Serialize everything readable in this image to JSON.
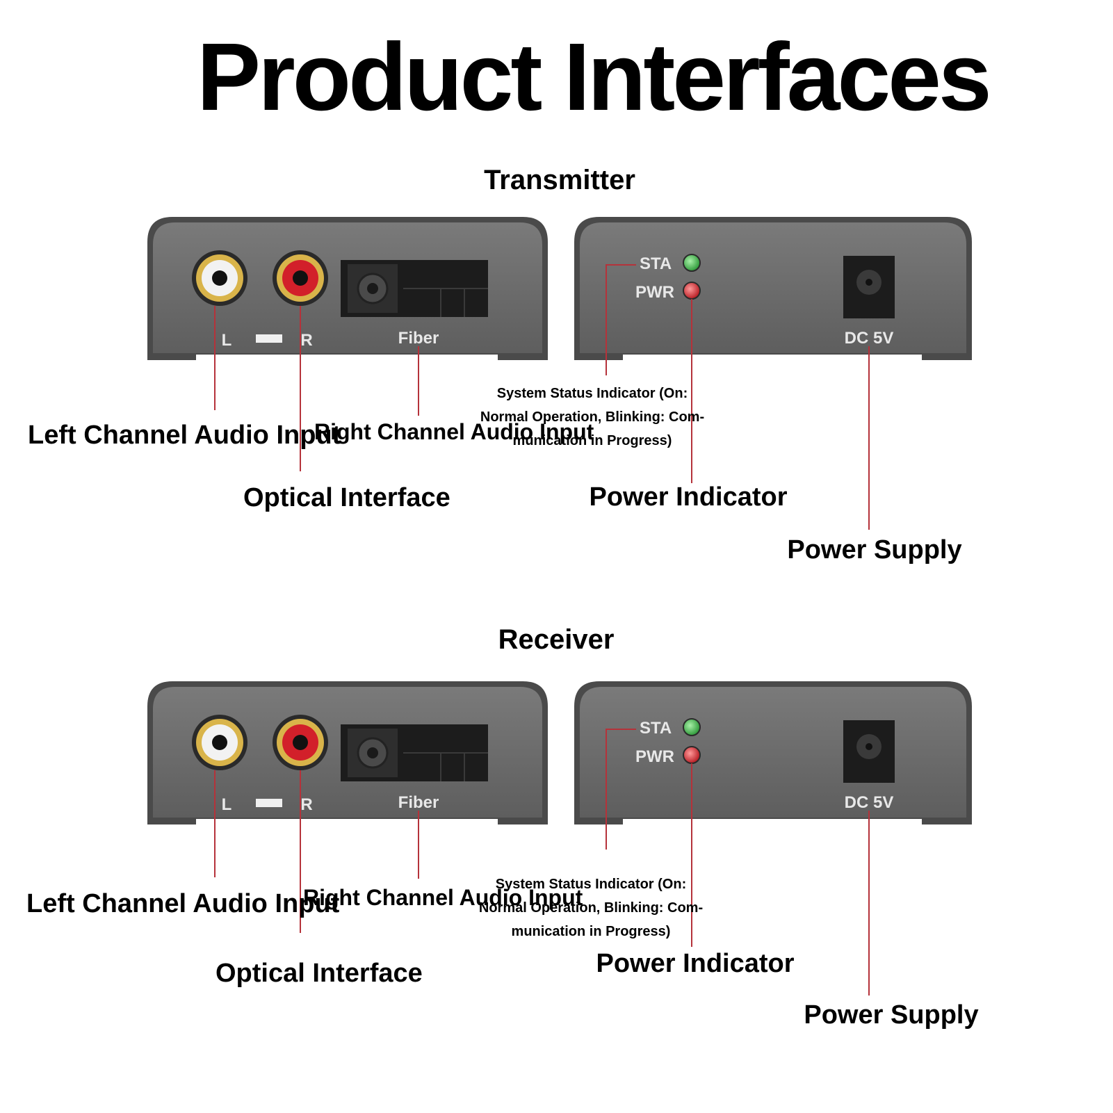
{
  "page_title": "Product Interfaces",
  "colors": {
    "panel": "#6e6e6e",
    "panel_edge": "#4a4a4a",
    "leader_line": "#b5323a",
    "led_green": "#3db34a",
    "led_red": "#d4262e",
    "rca_white": "#f2f2f2",
    "rca_red": "#d2202a",
    "rca_gold": "#d9b44a"
  },
  "sections": [
    {
      "name": "Transmitter",
      "panel_labels": {
        "left": "L",
        "right": "R",
        "fiber": "Fiber",
        "sta": "STA",
        "pwr": "PWR",
        "dc": "DC 5V"
      },
      "callouts": {
        "left_audio": "Left Channel Audio Input",
        "right_audio": "Right Channel Audio Input",
        "optical": "Optical Interface",
        "status": [
          "System Status Indicator (On:",
          "Normal Operation, Blinking: Com-",
          "munication in Progress)"
        ],
        "power_indicator": "Power Indicator",
        "power_supply": "Power Supply"
      }
    },
    {
      "name": "Receiver",
      "panel_labels": {
        "left": "L",
        "right": "R",
        "fiber": "Fiber",
        "sta": "STA",
        "pwr": "PWR",
        "dc": "DC 5V"
      },
      "callouts": {
        "left_audio": "Left Channel Audio Input",
        "right_audio": "Right Channel Audio Input",
        "optical": "Optical Interface",
        "status": [
          "System Status Indicator (On:",
          "Normal Operation, Blinking: Com-",
          "munication in Progress)"
        ],
        "power_indicator": "Power Indicator",
        "power_supply": "Power Supply"
      }
    }
  ]
}
